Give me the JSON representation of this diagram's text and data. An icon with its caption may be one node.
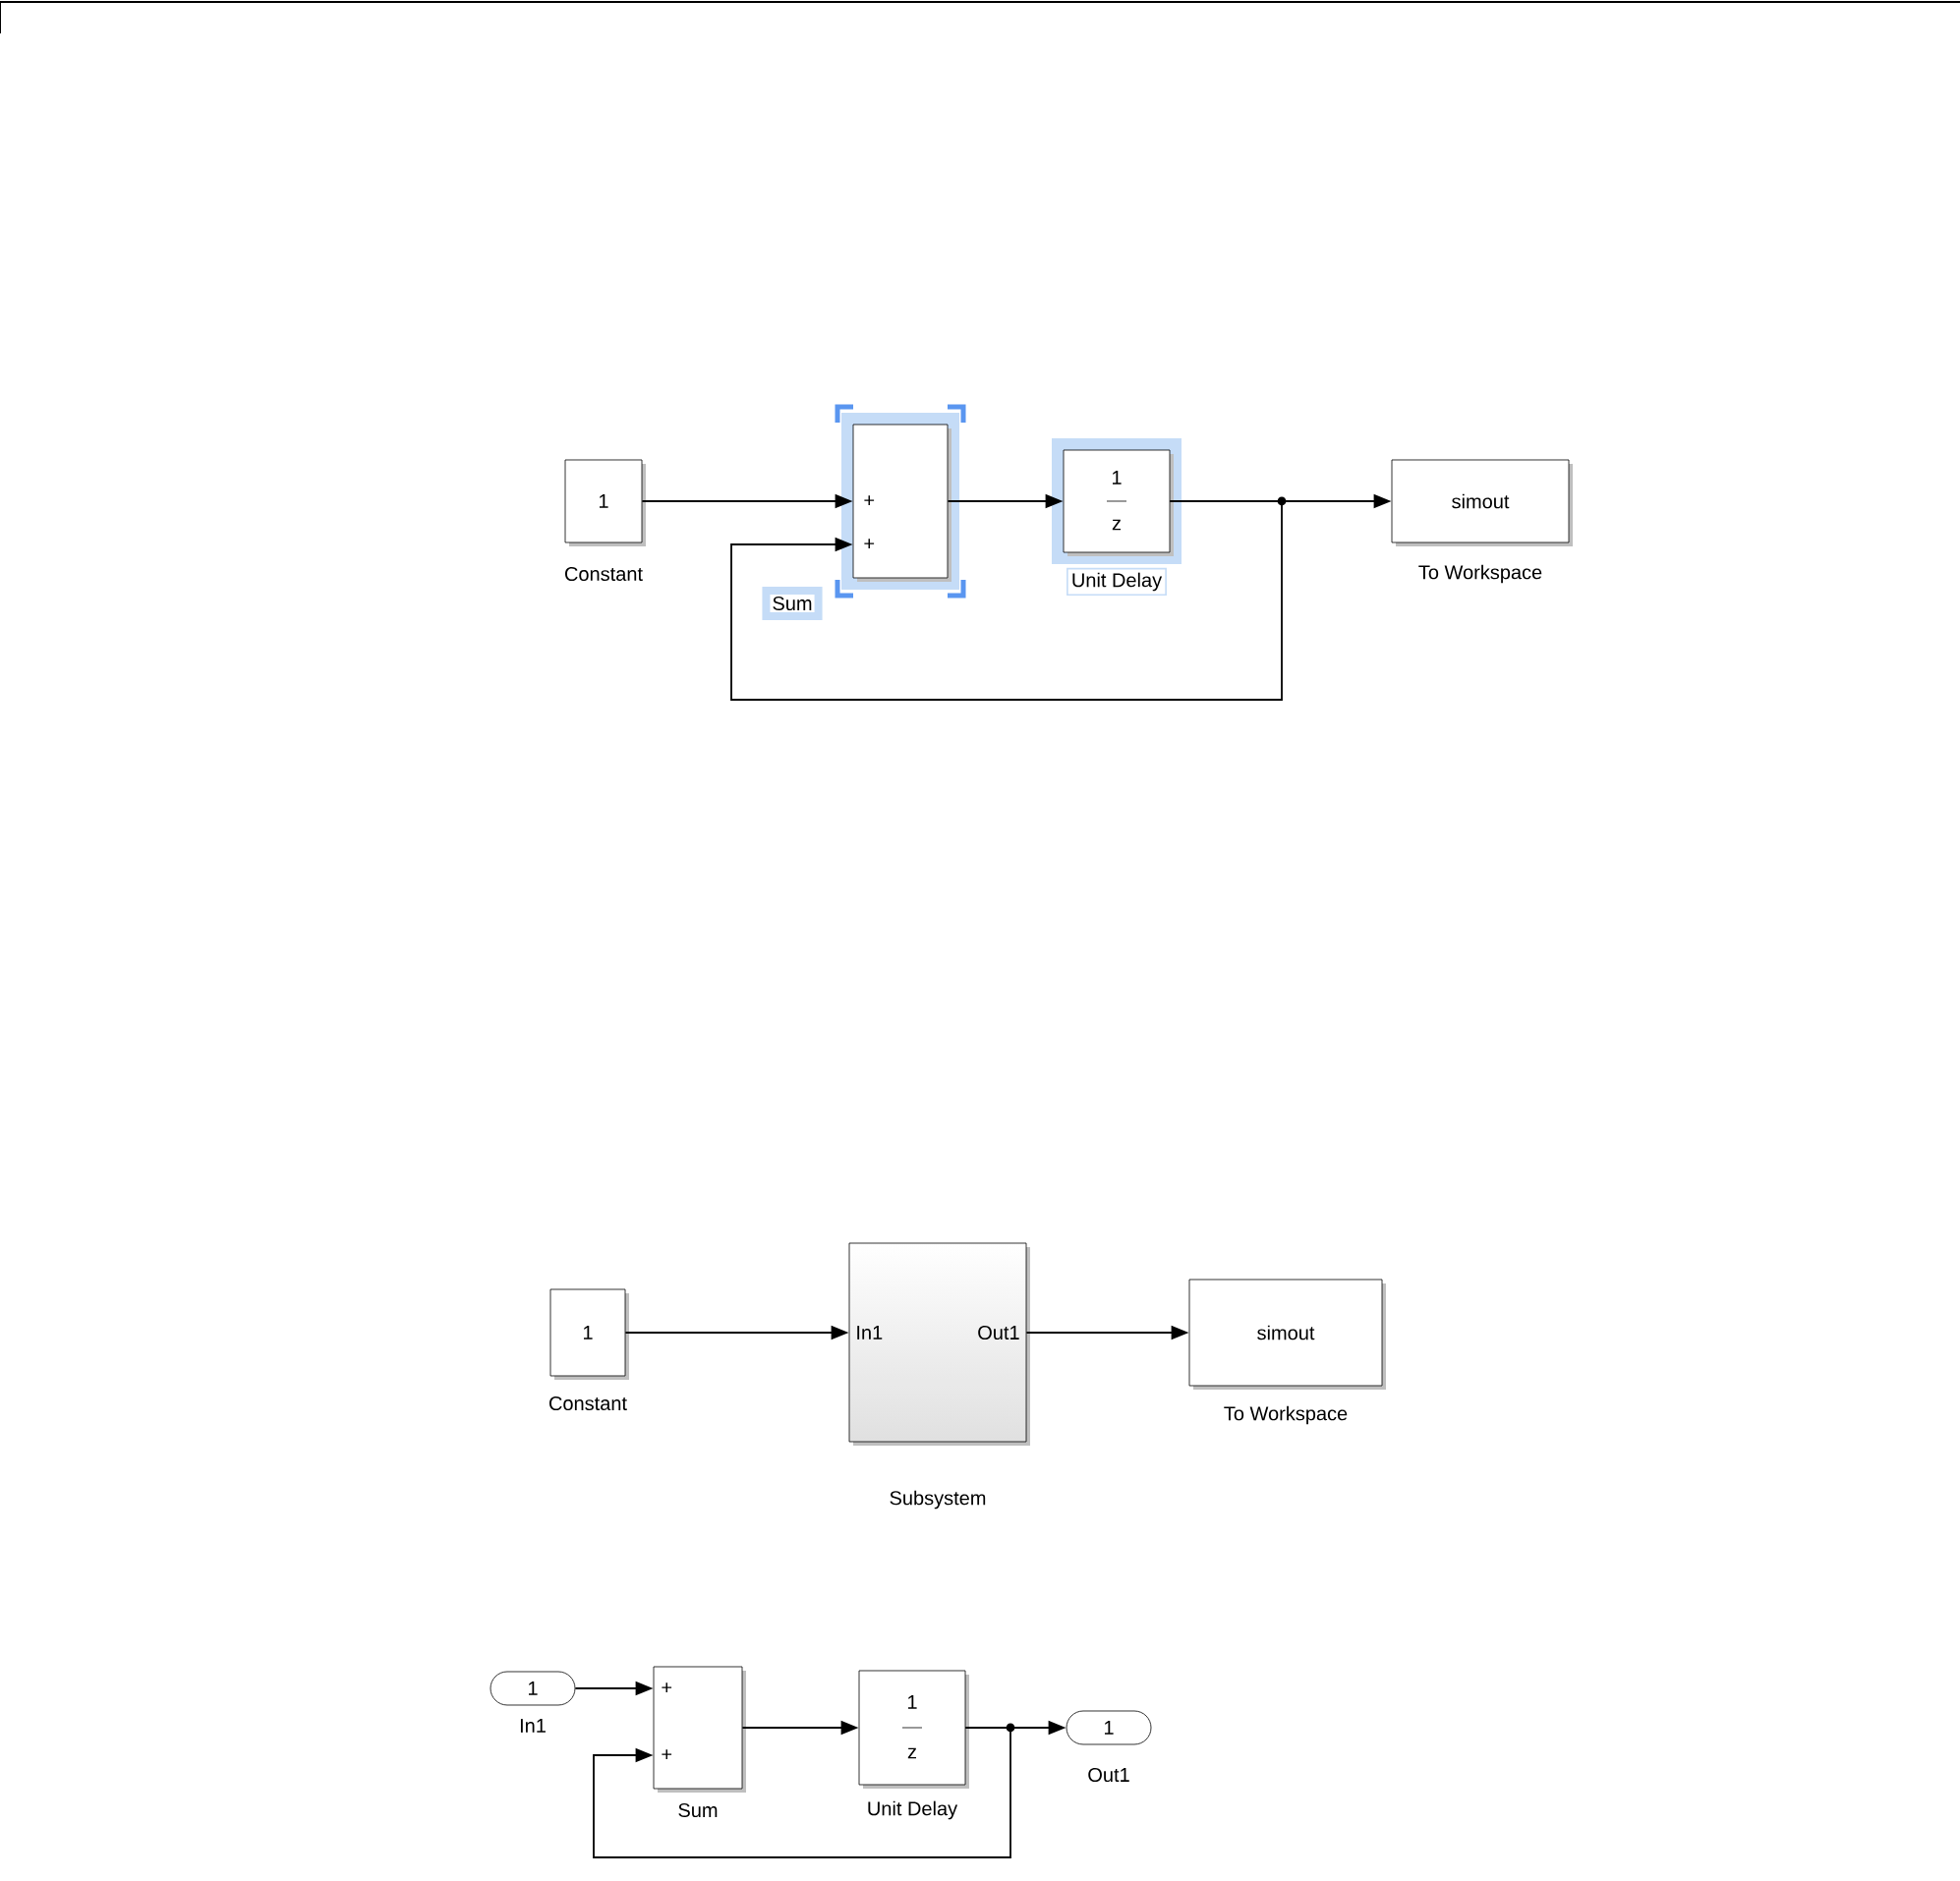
{
  "diagram": {
    "nodes": [
      {
        "text": [
          "1"
        ],
        "beside": [
          "Constant"
        ]
      },
      {
        "text": [
          "+",
          "+"
        ],
        "beside": [
          "Sum"
        ]
      },
      {
        "text": [
          "1",
          "z"
        ],
        "beside": [
          "Unit Delay"
        ]
      },
      {
        "text": [
          "simout"
        ],
        "beside": [
          "To Workspace"
        ]
      },
      {
        "text": [
          "1"
        ],
        "beside": [
          "Constant"
        ]
      },
      {
        "text": [
          "In1",
          "Out1"
        ],
        "beside": [
          "Subsystem"
        ]
      },
      {
        "text": [
          "simout"
        ],
        "beside": [
          "To Workspace"
        ]
      },
      {
        "text": [
          "1"
        ],
        "beside": [
          "In1"
        ]
      },
      {
        "text": [
          "+",
          "+"
        ],
        "beside": [
          "Sum"
        ]
      },
      {
        "text": [
          "1",
          "z"
        ],
        "beside": [
          "Unit Delay"
        ]
      },
      {
        "text": [
          "1"
        ],
        "beside": [
          "Out1"
        ]
      }
    ],
    "edges": [
      {
        "from": 0,
        "to": 1,
        "arrow": "to"
      },
      {
        "from": 1,
        "to": 2,
        "arrow": "to"
      },
      {
        "from": 2,
        "to": 3,
        "arrow": "to"
      },
      {
        "from": 2,
        "to": 1,
        "arrow": "to"
      },
      {
        "from": 4,
        "to": 5,
        "arrow": "to"
      },
      {
        "from": 5,
        "to": 6,
        "arrow": "to"
      },
      {
        "from": 7,
        "to": 8,
        "arrow": "to"
      },
      {
        "from": 8,
        "to": 9,
        "arrow": "to"
      },
      {
        "from": 9,
        "to": 10,
        "arrow": "to"
      },
      {
        "from": 9,
        "to": 8,
        "arrow": "to"
      }
    ]
  }
}
